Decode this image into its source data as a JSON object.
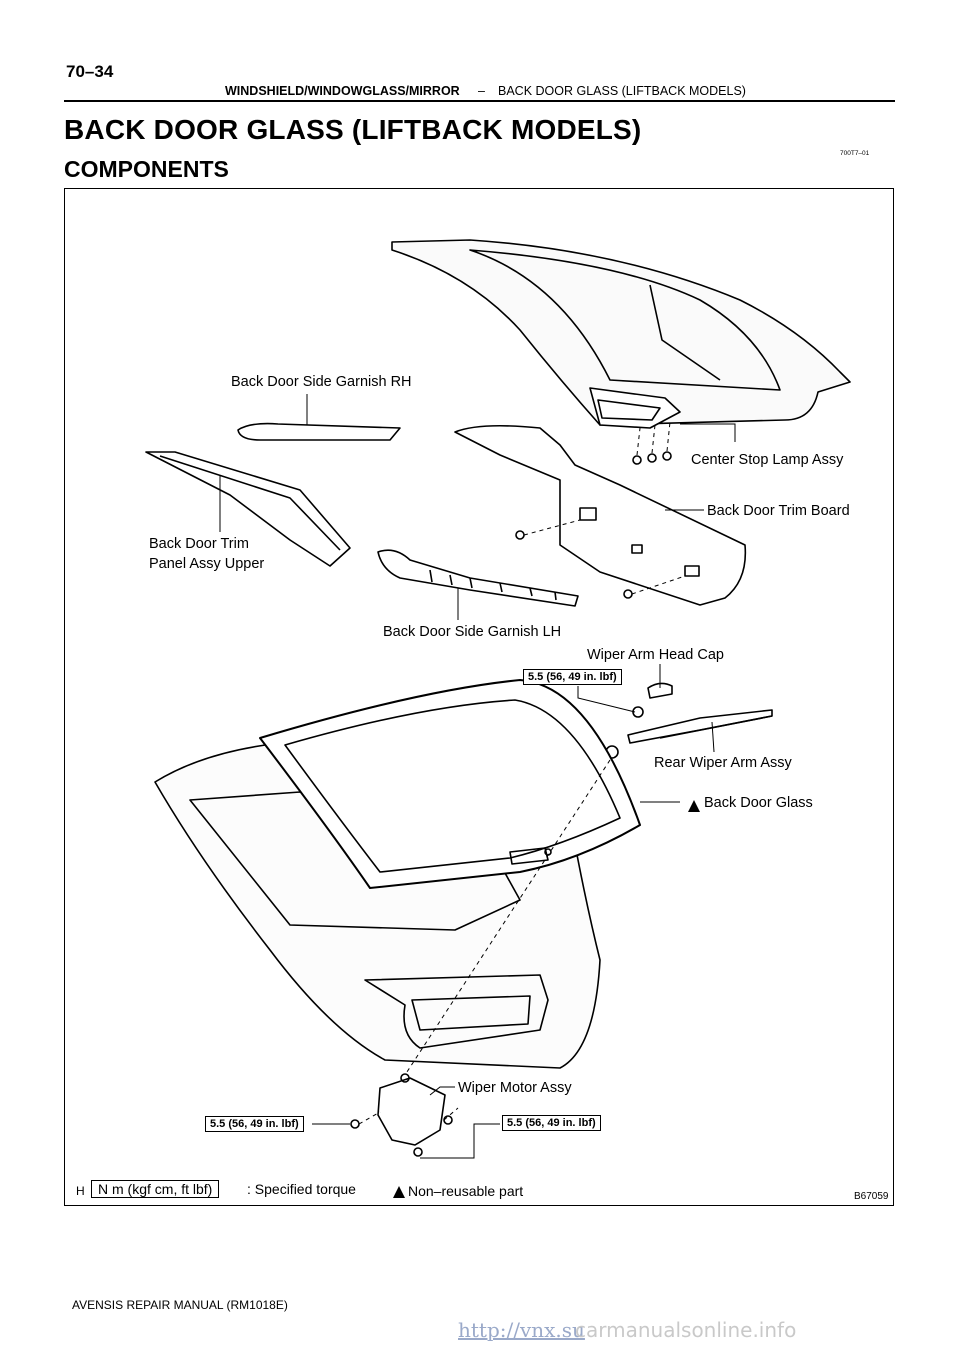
{
  "header": {
    "page_number": "70–34",
    "section": "WINDSHIELD/WINDOWGLASS/MIRROR",
    "separator": "–",
    "subsection": "BACK DOOR GLASS (LIFTBACK MODELS)"
  },
  "title": "BACK DOOR GLASS (LIFTBACK MODELS)",
  "subtitle": "COMPONENTS",
  "doc_code": "700T7–01",
  "figure": {
    "labels": {
      "side_garnish_rh": "Back Door Side Garnish RH",
      "center_stop_lamp": "Center Stop Lamp Assy",
      "trim_board": "Back Door Trim Board",
      "trim_panel_line1": "Back Door Trim",
      "trim_panel_line2": "Panel Assy Upper",
      "side_garnish_lh": "Back Door Side Garnish LH",
      "wiper_arm_head_cap": "Wiper Arm Head Cap",
      "rear_wiper_arm": "Rear Wiper Arm Assy",
      "back_door_glass": "Back Door Glass",
      "wiper_motor": "Wiper Motor Assy"
    },
    "torque_values": {
      "wiper_arm_nut": "5.5 (56, 49 in. lbf)",
      "motor_left": "5.5 (56, 49 in. lbf)",
      "motor_right": "5.5 (56, 49 in. lbf)"
    },
    "legend": {
      "prefix": "H",
      "unit_box": "N m (kgf cm, ft lbf)",
      "torque_text": ": Specified torque",
      "nonreusable_text": "Non–reusable part"
    },
    "figure_id": "B67059"
  },
  "footer": "AVENSIS REPAIR MANUAL   (RM1018E)",
  "watermark": {
    "link": "http://vnx.su",
    "site": "carmanualsonline.info"
  }
}
